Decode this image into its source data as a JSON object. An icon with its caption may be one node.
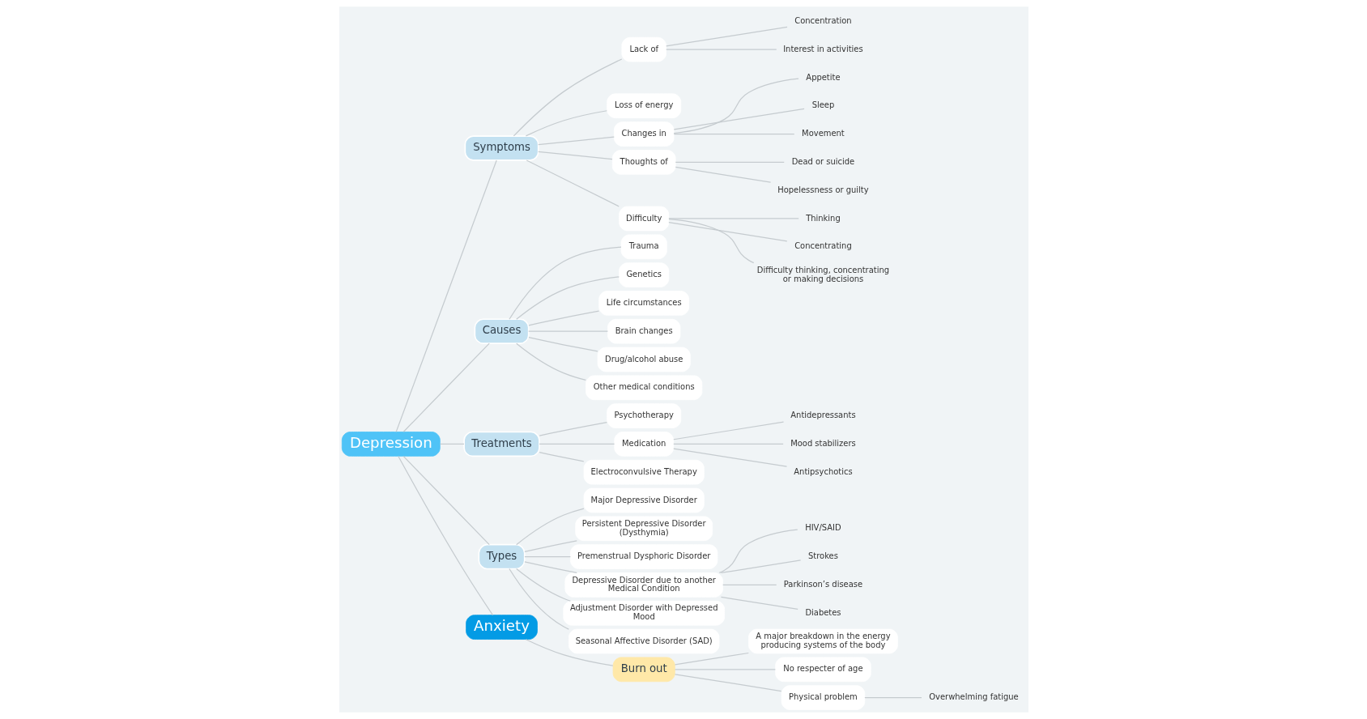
{
  "diagram": {
    "nodes": [
      {
        "text": [
          "Depression"
        ]
      },
      {
        "text": [
          "Symptoms"
        ]
      },
      {
        "text": [
          "Lack of"
        ]
      },
      {
        "text": [
          "Concentration"
        ]
      },
      {
        "text": [
          "Interest in activities"
        ]
      },
      {
        "text": [
          "Loss of energy"
        ]
      },
      {
        "text": [
          "Changes in"
        ]
      },
      {
        "text": [
          "Appetite"
        ]
      },
      {
        "text": [
          "Sleep"
        ]
      },
      {
        "text": [
          "Movement"
        ]
      },
      {
        "text": [
          "Thoughts of"
        ]
      },
      {
        "text": [
          "Dead or suicide"
        ]
      },
      {
        "text": [
          "Hopelessness or guilty"
        ]
      },
      {
        "text": [
          "Difficulty"
        ]
      },
      {
        "text": [
          "Thinking"
        ]
      },
      {
        "text": [
          "Concentrating"
        ]
      },
      {
        "text": [
          "Difficulty thinking, concentrating or making decisions"
        ]
      },
      {
        "text": [
          "Causes"
        ]
      },
      {
        "text": [
          "Trauma"
        ]
      },
      {
        "text": [
          "Genetics"
        ]
      },
      {
        "text": [
          "Life circumstances"
        ]
      },
      {
        "text": [
          "Brain changes"
        ]
      },
      {
        "text": [
          "Drug/alcohol abuse"
        ]
      },
      {
        "text": [
          "Other medical conditions"
        ]
      },
      {
        "text": [
          "Treatments"
        ]
      },
      {
        "text": [
          "Psychotherapy"
        ]
      },
      {
        "text": [
          "Medication"
        ]
      },
      {
        "text": [
          "Antidepressants"
        ]
      },
      {
        "text": [
          "Mood stabilizers"
        ]
      },
      {
        "text": [
          "Antipsychotics"
        ]
      },
      {
        "text": [
          "Electroconvulsive Therapy"
        ]
      },
      {
        "text": [
          "Types"
        ]
      },
      {
        "text": [
          "Major Depressive Disorder"
        ]
      },
      {
        "text": [
          "Persistent Depressive Disorder (Dysthymia)"
        ]
      },
      {
        "text": [
          "Premenstrual Dysphoric Disorder"
        ]
      },
      {
        "text": [
          "Depressive Disorder due to another Medical Condition"
        ]
      },
      {
        "text": [
          "HIV/SAID"
        ]
      },
      {
        "text": [
          "Strokes"
        ]
      },
      {
        "text": [
          "Parkinson’s disease"
        ]
      },
      {
        "text": [
          "Diabetes"
        ]
      },
      {
        "text": [
          "Adjustment Disorder with Depressed Mood"
        ]
      },
      {
        "text": [
          "Seasonal Affective Disorder (SAD)"
        ]
      },
      {
        "text": [
          "Anxiety"
        ]
      },
      {
        "text": [
          "Burn out"
        ]
      },
      {
        "text": [
          "A major breakdown in the energy producing systems of the body"
        ]
      },
      {
        "text": [
          "No respecter of age"
        ]
      },
      {
        "text": [
          "Physical problem"
        ]
      },
      {
        "text": [
          "Overwhelming fatigue"
        ]
      }
    ],
    "edges": [
      {
        "from": 0,
        "to": 1,
        "arrow": "none"
      },
      {
        "from": 1,
        "to": 2,
        "arrow": "none"
      },
      {
        "from": 2,
        "to": 3,
        "arrow": "none"
      },
      {
        "from": 2,
        "to": 4,
        "arrow": "none"
      },
      {
        "from": 1,
        "to": 5,
        "arrow": "none"
      },
      {
        "from": 1,
        "to": 6,
        "arrow": "none"
      },
      {
        "from": 6,
        "to": 7,
        "arrow": "none"
      },
      {
        "from": 6,
        "to": 8,
        "arrow": "none"
      },
      {
        "from": 6,
        "to": 9,
        "arrow": "none"
      },
      {
        "from": 1,
        "to": 10,
        "arrow": "none"
      },
      {
        "from": 10,
        "to": 11,
        "arrow": "none"
      },
      {
        "from": 10,
        "to": 12,
        "arrow": "none"
      },
      {
        "from": 1,
        "to": 13,
        "arrow": "none"
      },
      {
        "from": 13,
        "to": 14,
        "arrow": "none"
      },
      {
        "from": 13,
        "to": 15,
        "arrow": "none"
      },
      {
        "from": 13,
        "to": 16,
        "arrow": "none"
      },
      {
        "from": 0,
        "to": 17,
        "arrow": "none"
      },
      {
        "from": 17,
        "to": 18,
        "arrow": "none"
      },
      {
        "from": 17,
        "to": 19,
        "arrow": "none"
      },
      {
        "from": 17,
        "to": 20,
        "arrow": "none"
      },
      {
        "from": 17,
        "to": 21,
        "arrow": "none"
      },
      {
        "from": 17,
        "to": 22,
        "arrow": "none"
      },
      {
        "from": 17,
        "to": 23,
        "arrow": "none"
      },
      {
        "from": 0,
        "to": 24,
        "arrow": "none"
      },
      {
        "from": 24,
        "to": 25,
        "arrow": "none"
      },
      {
        "from": 24,
        "to": 26,
        "arrow": "none"
      },
      {
        "from": 26,
        "to": 27,
        "arrow": "none"
      },
      {
        "from": 26,
        "to": 28,
        "arrow": "none"
      },
      {
        "from": 26,
        "to": 29,
        "arrow": "none"
      },
      {
        "from": 24,
        "to": 30,
        "arrow": "none"
      },
      {
        "from": 0,
        "to": 31,
        "arrow": "none"
      },
      {
        "from": 31,
        "to": 32,
        "arrow": "none"
      },
      {
        "from": 31,
        "to": 33,
        "arrow": "none"
      },
      {
        "from": 31,
        "to": 34,
        "arrow": "none"
      },
      {
        "from": 31,
        "to": 35,
        "arrow": "none"
      },
      {
        "from": 35,
        "to": 36,
        "arrow": "none"
      },
      {
        "from": 35,
        "to": 37,
        "arrow": "none"
      },
      {
        "from": 35,
        "to": 38,
        "arrow": "none"
      },
      {
        "from": 35,
        "to": 39,
        "arrow": "none"
      },
      {
        "from": 31,
        "to": 40,
        "arrow": "none"
      },
      {
        "from": 31,
        "to": 41,
        "arrow": "none"
      },
      {
        "from": 0,
        "to": 42,
        "arrow": "none"
      },
      {
        "from": 42,
        "to": 43,
        "arrow": "none"
      },
      {
        "from": 43,
        "to": 44,
        "arrow": "none"
      },
      {
        "from": 43,
        "to": 45,
        "arrow": "none"
      },
      {
        "from": 43,
        "to": 46,
        "arrow": "none"
      },
      {
        "from": 46,
        "to": 47,
        "arrow": "none"
      }
    ]
  }
}
